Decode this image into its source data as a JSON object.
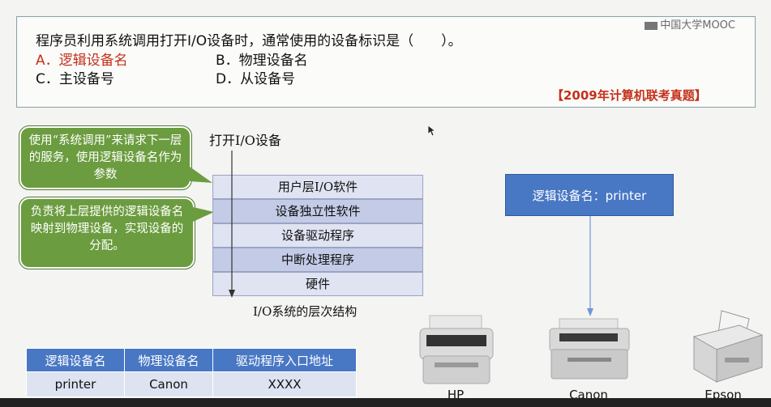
{
  "question": {
    "stem": "程序员利用系统调用打开I/O设备时，通常使用的设备标识是（　　）。",
    "options": [
      {
        "text": "A．逻辑设备名"
      },
      {
        "text": "B．物理设备名"
      },
      {
        "text": "C．主设备号"
      },
      {
        "text": "D．从设备号"
      }
    ],
    "source": "【2009年计算机联考真题】"
  },
  "watermark": "中国大学MOOC",
  "bubbles": {
    "top": "使用“系统调用”来请求下一层的服务，使用逻辑设备名作为参数",
    "bottom": "负责将上层提供的逻辑设备名映射到物理设备，实现设备的分配。"
  },
  "stack": {
    "top_label": "打开I/O设备",
    "layers": [
      "用户层I/O软件",
      "设备独立性软件",
      "设备驱动程序",
      "中断处理程序",
      "硬件"
    ],
    "caption": "I/O系统的层次结构"
  },
  "logical_name_box": "逻辑设备名：printer",
  "mapping_table": {
    "headers": [
      "逻辑设备名",
      "物理设备名",
      "驱动程序入口地址"
    ],
    "row": [
      "printer",
      "Canon",
      "XXXX"
    ]
  },
  "printers": [
    "HP",
    "Canon",
    "Epson"
  ],
  "colors": {
    "answer": "#c4311a",
    "source": "#c4311a",
    "bubble": "#6b9c3f",
    "blue": "#4877c4"
  }
}
